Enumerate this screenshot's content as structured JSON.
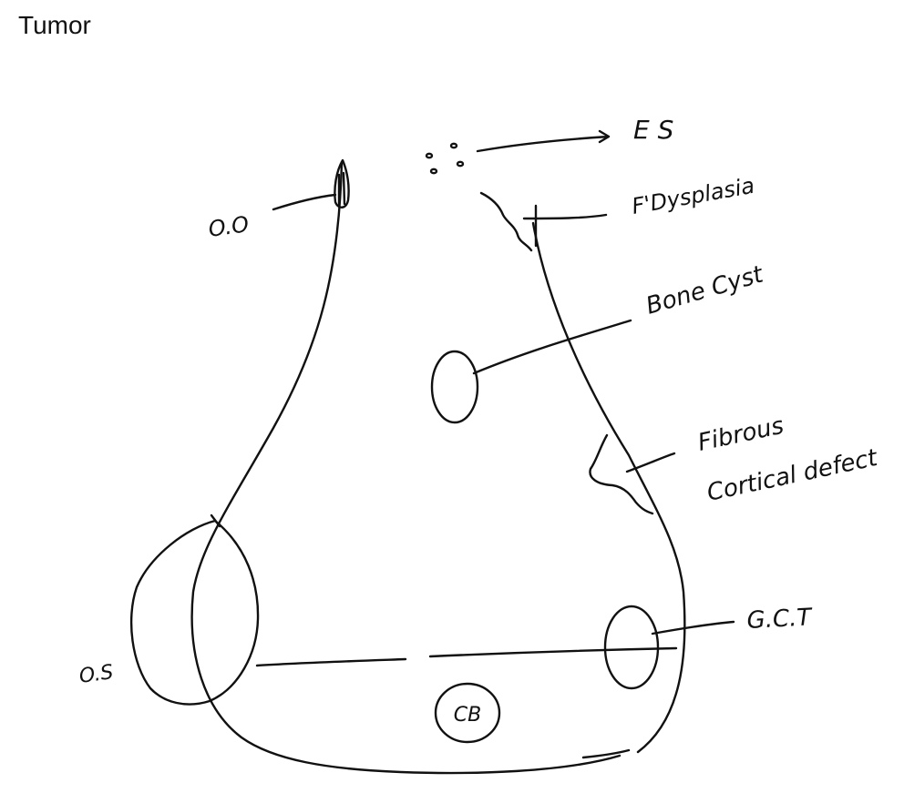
{
  "page": {
    "title": "Tumor"
  },
  "labels": {
    "oo": "O.O",
    "es": "E S",
    "f_dysplasia": "F'Dysplasia",
    "bone_cyst": "Bone Cyst",
    "fibrous_line1": "Fibrous",
    "fibrous_line2": "Cortical defect",
    "gct": "G.C.T",
    "os": "O.S",
    "cb": "CB"
  },
  "colors": {
    "ink": "#111111",
    "background": "#ffffff"
  }
}
